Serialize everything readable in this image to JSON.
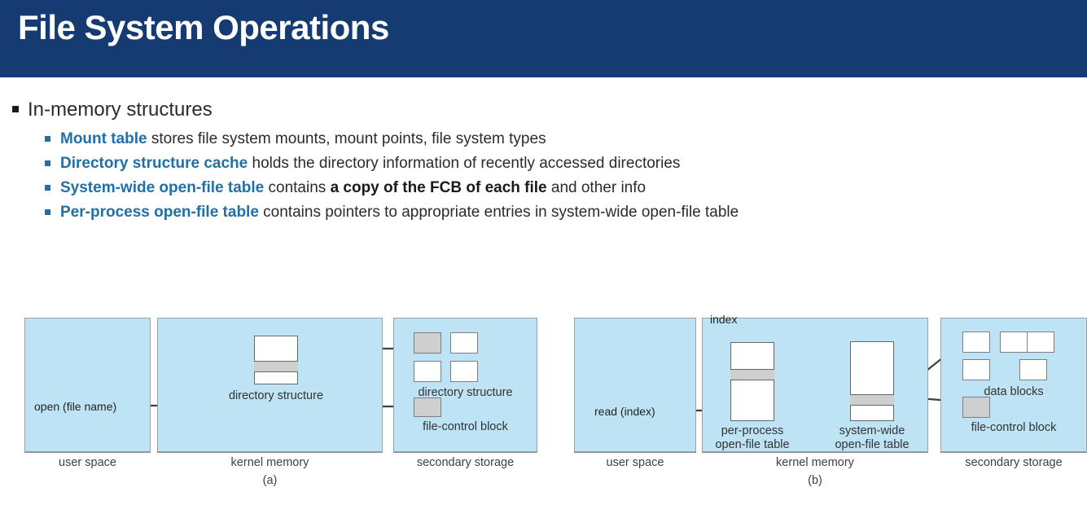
{
  "slide": {
    "title": "File System Operations",
    "banner_color": "#163a72",
    "accent_color": "#1f6fa8",
    "panel_fill": "#bde3f5",
    "shaded_fill": "#cfcfcf"
  },
  "bullets": {
    "level1": "In-memory structures",
    "items": [
      {
        "bold_blue": "Mount table",
        "rest": " stores file system mounts, mount points, file system types"
      },
      {
        "bold_blue": "Directory structure cache",
        "rest": " holds the directory information of recently accessed directories"
      },
      {
        "bold_blue": "System-wide open-file table",
        "mid": " contains ",
        "bold_black": "a copy of the FCB of each file",
        "tail": " and other info"
      },
      {
        "bold_blue": "Per-process open-file table",
        "rest": " contains pointers to appropriate entries in system-wide open-file table"
      }
    ]
  },
  "figure_a": {
    "caption": "(a)",
    "panels": [
      {
        "label": "user space"
      },
      {
        "label": "kernel memory"
      },
      {
        "label": "secondary storage"
      }
    ],
    "call_label": "open (file name)",
    "kernel_table_label": "directory structure",
    "storage_group_label": "directory structure",
    "storage_fcb_label": "file-control block",
    "dir_blocks": [
      {
        "shaded": true
      },
      {
        "shaded": false
      },
      {
        "shaded": false
      },
      {
        "shaded": false
      }
    ]
  },
  "figure_b": {
    "caption": "(b)",
    "panels": [
      {
        "label": "user space"
      },
      {
        "label": "kernel memory"
      },
      {
        "label": "secondary storage"
      }
    ],
    "call_label": "read (index)",
    "index_label": "index",
    "per_process_label_line1": "per-process",
    "per_process_label_line2": "open-file table",
    "system_wide_label_line1": "system-wide",
    "system_wide_label_line2": "open-file table",
    "data_blocks_label": "data blocks",
    "fcb_label": "file-control block"
  }
}
